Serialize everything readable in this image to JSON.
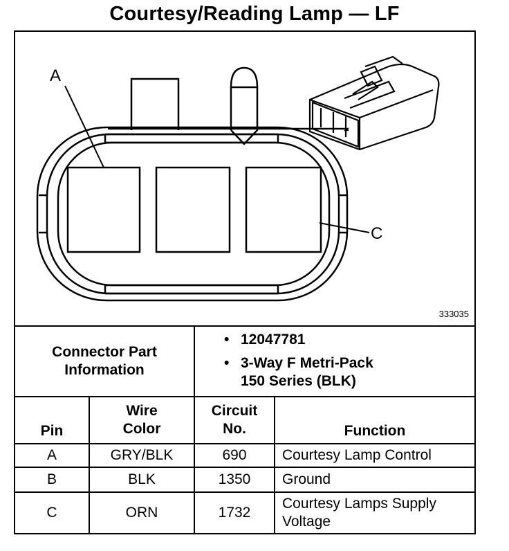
{
  "title": "Courtesy/Reading Lamp — LF",
  "figure": {
    "id": "333035",
    "callouts": {
      "a": "A",
      "c": "C"
    }
  },
  "connector_info": {
    "label_line1": "Connector Part",
    "label_line2": "Information",
    "items": [
      {
        "bullet": "•",
        "lines": [
          "12047781"
        ]
      },
      {
        "bullet": "•",
        "lines": [
          "3-Way F Metri-Pack",
          "150 Series (BLK)"
        ]
      }
    ]
  },
  "table": {
    "headers": {
      "pin": [
        "Pin"
      ],
      "wire_color": [
        "Wire",
        "Color"
      ],
      "circuit": [
        "Circuit",
        "No."
      ],
      "function": [
        "Function"
      ]
    },
    "rows": [
      {
        "pin": "A",
        "wire_color": "GRY/BLK",
        "circuit": "690",
        "function": [
          "Courtesy Lamp Control"
        ]
      },
      {
        "pin": "B",
        "wire_color": "BLK",
        "circuit": "1350",
        "function": [
          "Ground"
        ]
      },
      {
        "pin": "C",
        "wire_color": "ORN",
        "circuit": "1732",
        "function": [
          "Courtesy Lamps Supply",
          "Voltage"
        ]
      }
    ]
  }
}
